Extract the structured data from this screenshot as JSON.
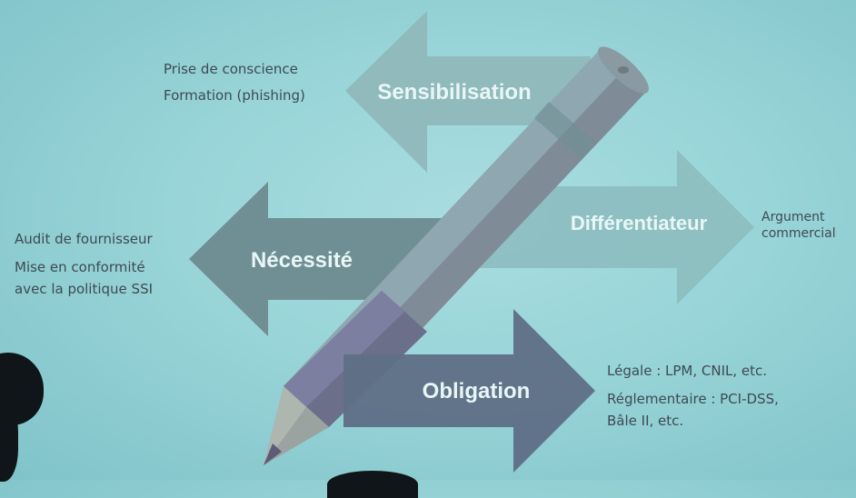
{
  "arrows": {
    "sensibilisation": {
      "title": "Sensibilisation",
      "notes": [
        "Prise de conscience",
        "Formation (phishing)"
      ]
    },
    "differentiateur": {
      "title": "Différentiateur",
      "notes": [
        "Argument",
        "commercial"
      ]
    },
    "necessite": {
      "title": "Nécessité",
      "notes": [
        "Audit de fournisseur",
        "Mise en conformité",
        "avec la politique SSI"
      ]
    },
    "obligation": {
      "title": "Obligation",
      "notes": [
        "Légale : LPM, CNIL, etc.",
        "Réglementaire : PCI-DSS,",
        "Bâle II, etc."
      ]
    }
  },
  "colors": {
    "background": "#98d4d8",
    "sensibilisation_arrow": "#8fb8bb",
    "differentiateur_arrow": "#8dbfc1",
    "necessite_arrow": "#6f8f94",
    "obligation_arrow": "#5f6f86",
    "pencil_body": "#7f8c98",
    "pencil_tip": "#6b6f85",
    "title_text": "#e9f6f6",
    "note_text": "#3e4a52"
  },
  "icons": [
    "pencil-icon"
  ]
}
